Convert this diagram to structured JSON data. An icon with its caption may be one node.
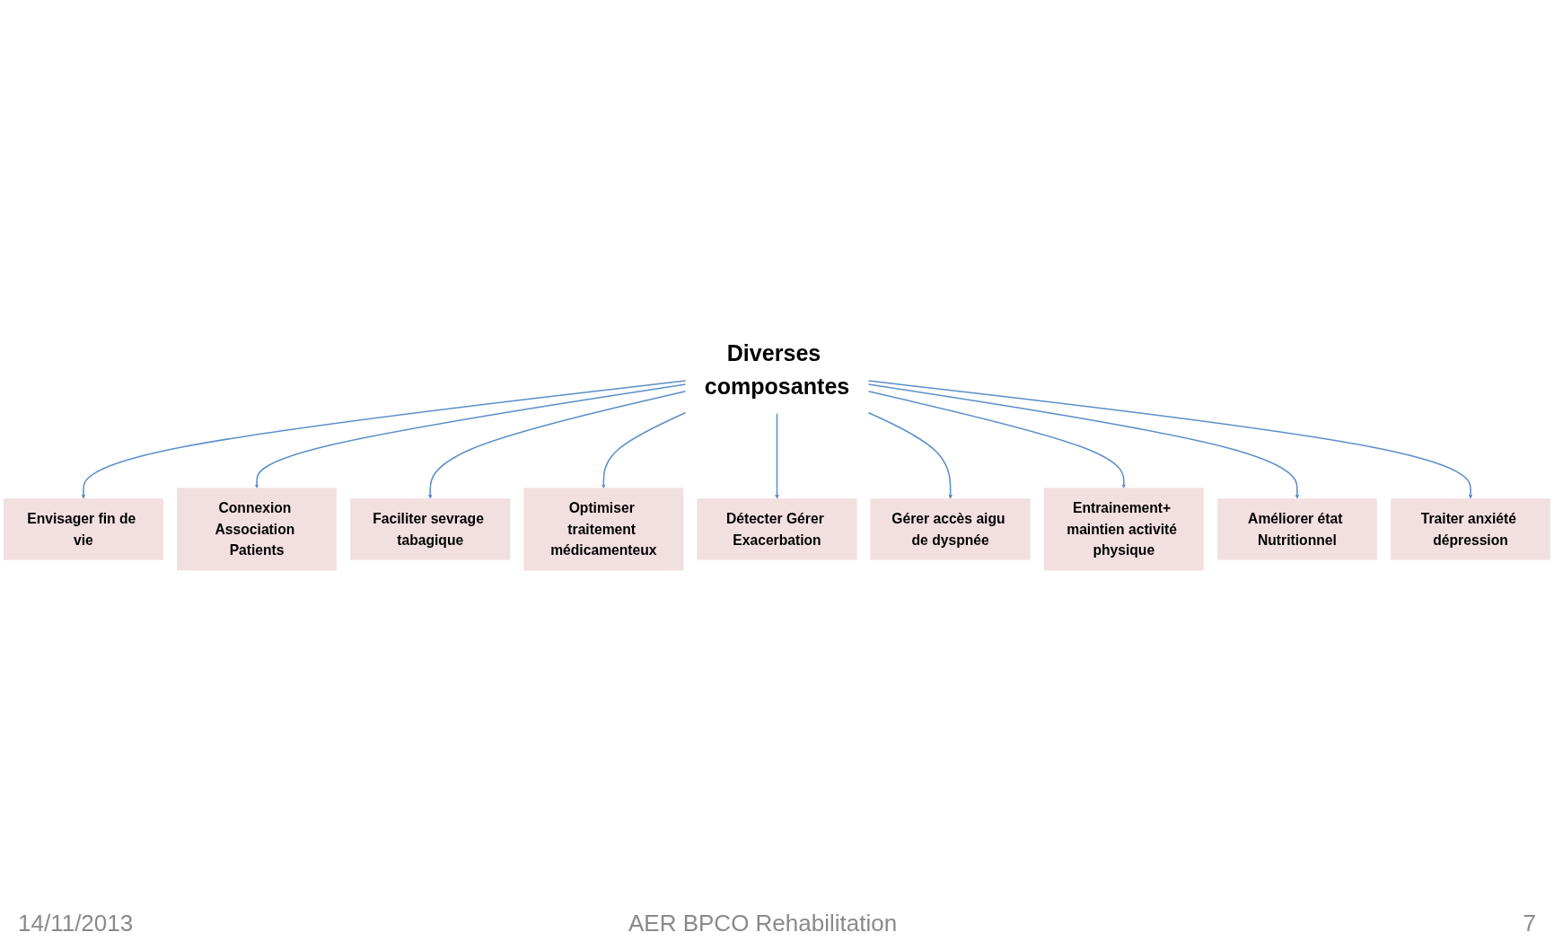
{
  "diagram": {
    "nodes": [
      {
        "text": [
          "Envisager fin de vie"
        ]
      },
      {
        "text": [
          "Connexion Association Patients"
        ]
      },
      {
        "text": [
          "Traiter anxiété dépression"
        ]
      },
      {
        "text": [
          "Faciliter sevrage tabagique"
        ]
      },
      {
        "text": [
          "Diverses composantes"
        ]
      },
      {
        "text": [
          "Optimiser traitement médicamenteux"
        ]
      },
      {
        "text": [
          "Améliorer état Nutritionnel"
        ]
      },
      {
        "text": [
          "Entrainement+ maintien activité physique"
        ]
      },
      {
        "text": [
          "Gérer accès aigu de dyspnée"
        ]
      },
      {
        "text": [
          "Détecter Gérer Exacerbation"
        ]
      }
    ],
    "edges": [
      {
        "from": 4,
        "to": 0,
        "arrow": "to"
      },
      {
        "from": 4,
        "to": 1,
        "arrow": "to"
      },
      {
        "from": 4,
        "to": 3,
        "arrow": "to"
      },
      {
        "from": 4,
        "to": 5,
        "arrow": "to"
      },
      {
        "from": 4,
        "to": 9,
        "arrow": "to"
      },
      {
        "from": 4,
        "to": 8,
        "arrow": "to"
      },
      {
        "from": 4,
        "to": 7,
        "arrow": "to"
      },
      {
        "from": 4,
        "to": 6,
        "arrow": "to"
      },
      {
        "from": 4,
        "to": 2,
        "arrow": "to"
      }
    ],
    "labels": [
      "14/11/2013",
      "AER BPCO Rehabilitation",
      "7"
    ]
  }
}
